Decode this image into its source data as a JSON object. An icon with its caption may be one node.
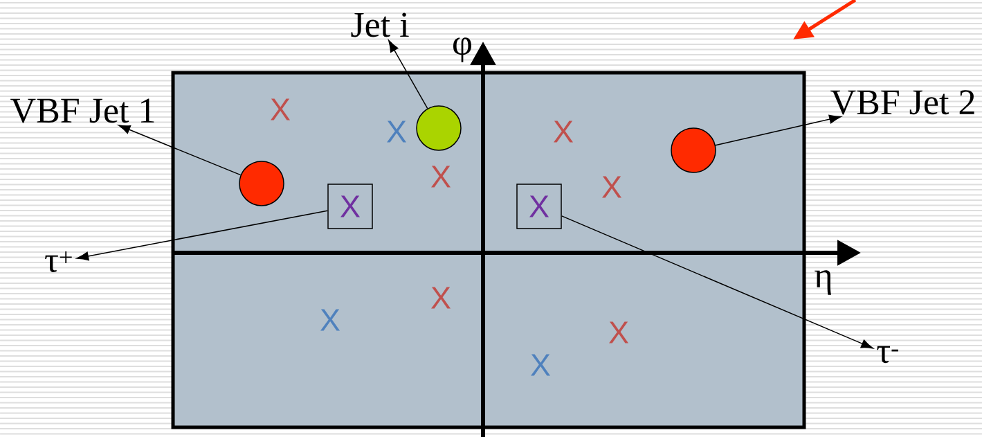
{
  "diagram": {
    "nodes": [
      {
        "text": [
          "VBF Jet 1"
        ]
      },
      {
        "text": [
          "Jet i"
        ]
      },
      {
        "text": [
          "VBF Jet 2"
        ]
      },
      {
        "text": [
          "τ$^{+}$"
        ]
      },
      {
        "text": [
          "τ$^{-}$"
        ]
      },
      {
        "text": [],
        "shape": "circle"
      },
      {
        "text": [],
        "shape": "circle"
      },
      {
        "text": [],
        "shape": "circle"
      },
      {
        "text": [
          "X"
        ]
      },
      {
        "text": [
          "X"
        ]
      }
    ],
    "edges": [
      {
        "from": 5,
        "to": 0,
        "arrow": "to"
      },
      {
        "from": 6,
        "to": 1,
        "arrow": "to"
      },
      {
        "from": 7,
        "to": 2,
        "arrow": "to"
      },
      {
        "from": 8,
        "to": 3,
        "arrow": "to"
      },
      {
        "from": 9,
        "to": 4,
        "arrow": "to"
      }
    ],
    "labels": [
      "φ",
      "X",
      "X",
      "X",
      "X",
      "X",
      "η",
      "X",
      "X",
      "X",
      "X"
    ]
  }
}
